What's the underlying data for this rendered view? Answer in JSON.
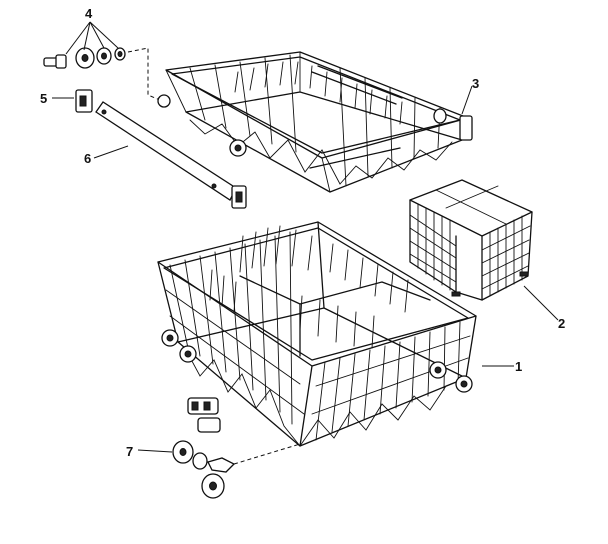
{
  "callouts": [
    {
      "number": "1",
      "part": "lower-rack"
    },
    {
      "number": "2",
      "part": "silverware-basket"
    },
    {
      "number": "3",
      "part": "upper-rack"
    },
    {
      "number": "4",
      "part": "roller-stud-and-washers"
    },
    {
      "number": "5",
      "part": "rack-stop"
    },
    {
      "number": "6",
      "part": "upper-rack-track"
    },
    {
      "number": "7",
      "part": "lower-rack-wheel"
    }
  ]
}
